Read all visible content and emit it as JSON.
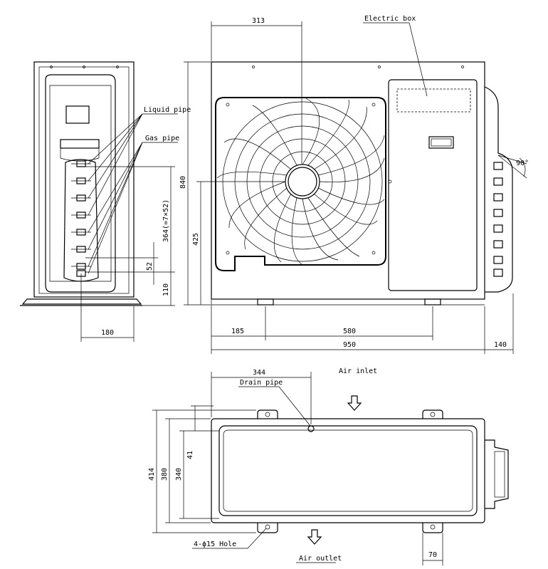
{
  "labels": {
    "electric_box": "Electric box",
    "liquid_pipe": "Liquid pipe",
    "gas_pipe": "Gas pipe",
    "drain_pipe": "Drain pipe",
    "air_inlet": "Air inlet",
    "air_outlet": "Air outlet",
    "hole": "4-ϕ15 Hole",
    "angle": "90°"
  },
  "dimensions": {
    "d313": "313",
    "d840": "840",
    "d425": "425",
    "d364": "364(=7×52)",
    "d52": "52",
    "d110": "110",
    "d180": "180",
    "d185": "185",
    "d580": "580",
    "d950": "950",
    "d140": "140",
    "d344": "344",
    "d414": "414",
    "d380": "380",
    "d340": "340",
    "d41": "41",
    "d70": "70"
  }
}
